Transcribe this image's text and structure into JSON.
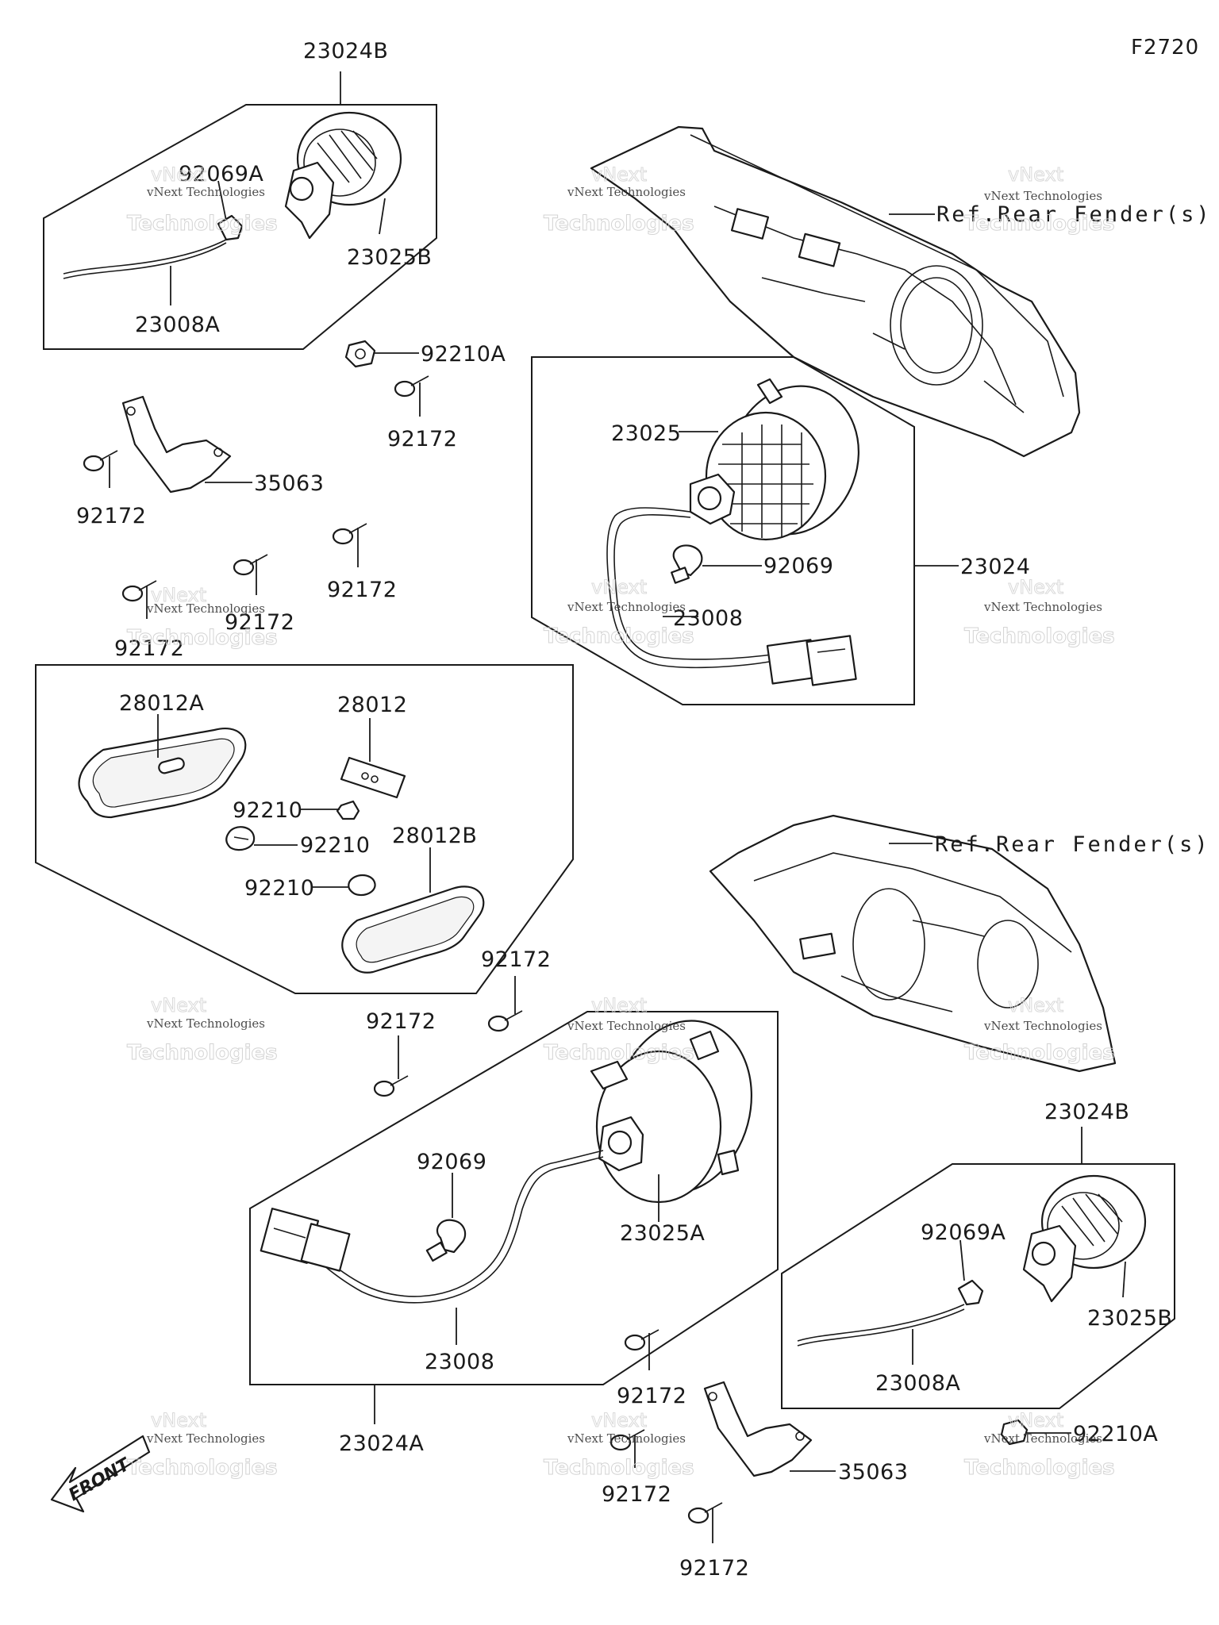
{
  "figure_code": "F2720",
  "watermark": {
    "brand_line": "vNext Technologies",
    "big_line": "Technologies",
    "top_line": "vNext"
  },
  "labels": {
    "l_23024B_top": "23024B",
    "l_92069A_top": "92069A",
    "l_23025B_top": "23025B",
    "l_23008A_top": "23008A",
    "l_92210A_top": "92210A",
    "l_92172_a": "92172",
    "l_92172_b": "92172",
    "l_35063_top": "35063",
    "l_92172_c": "92172",
    "l_92172_d": "92172",
    "l_92172_e": "92172",
    "l_28012A": "28012A",
    "l_28012": "28012",
    "l_92210_a": "92210",
    "l_92210_b": "92210",
    "l_92210_c": "92210",
    "l_28012B": "28012B",
    "l_23025": "23025",
    "l_92069_top": "92069",
    "l_23008_top": "23008",
    "l_23024": "23024",
    "l_ref_top": "Ref.Rear Fender(s)",
    "l_ref_bottom": "Ref.Rear Fender(s)",
    "l_92172_f": "92172",
    "l_92172_g": "92172",
    "l_92069_bottom": "92069",
    "l_23025A": "23025A",
    "l_23008_bottom": "23008",
    "l_23024A": "23024A",
    "l_23024B_bottom": "23024B",
    "l_92069A_bottom": "92069A",
    "l_23025B_bottom": "23025B",
    "l_23008A_bottom": "23008A",
    "l_92172_h": "92172",
    "l_92172_i": "92172",
    "l_35063_bottom": "35063",
    "l_92210A_bottom": "92210A",
    "l_92172_j": "92172"
  },
  "front_arrow_text": "FRONT"
}
